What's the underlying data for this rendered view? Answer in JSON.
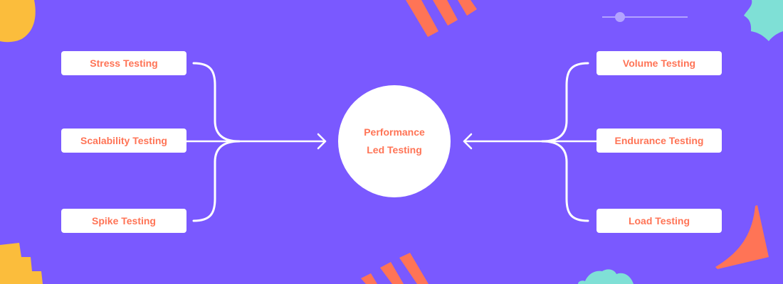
{
  "diagram": {
    "center": {
      "line1": "Performance",
      "line2": "Led Testing"
    },
    "left_nodes": [
      {
        "label": "Stress Testing"
      },
      {
        "label": "Scalability Testing"
      },
      {
        "label": "Spike Testing"
      }
    ],
    "right_nodes": [
      {
        "label": "Volume Testing"
      },
      {
        "label": "Endurance Testing"
      },
      {
        "label": "Load Testing"
      }
    ]
  },
  "colors": {
    "background": "#7a59ff",
    "node_fill": "#ffffff",
    "node_text": "#ff7456",
    "connector": "#ffffff",
    "accent_orange": "#ff7456",
    "accent_yellow": "#fbbd3c",
    "accent_teal": "#7fe0d6",
    "slider_lilac": "#b3a3ff"
  }
}
